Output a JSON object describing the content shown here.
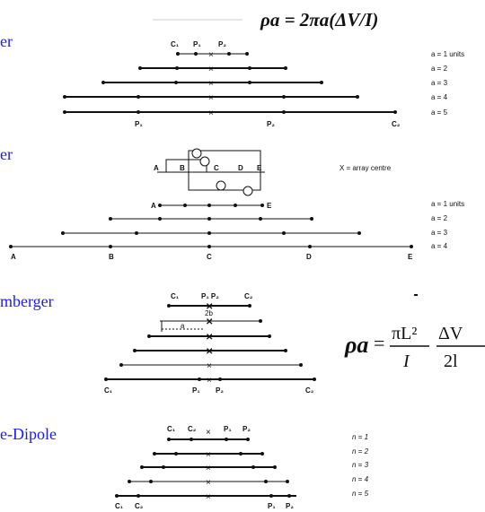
{
  "formulas": {
    "wenner": "ρa = 2πa(ΔV/I)",
    "schlumberger": {
      "lhs": "ρa",
      "eq": "=",
      "num1": "πL²",
      "den1": "I",
      "num2": "ΔV",
      "den2": "2l"
    }
  },
  "titles": [
    "er",
    "er",
    "mberger",
    "e-Dipole"
  ],
  "wenner": {
    "top_labels": [
      "C₁",
      "P₁",
      "P₂"
    ],
    "bottom_labels": [
      "P₁",
      "P₂",
      "C₂"
    ],
    "legend": [
      "a = 1 units",
      "a = 2",
      "a = 3",
      "a = 4",
      "a = 5"
    ]
  },
  "square": {
    "box_labels": [
      "A",
      "B",
      "C",
      "D",
      "E"
    ],
    "center_note": "X = array centre",
    "line1_labels": [
      "A",
      "E"
    ],
    "bottom_labels": [
      "A",
      "B",
      "C",
      "D",
      "E"
    ],
    "legend": [
      "a = 1 units",
      "a = 2",
      "a = 3",
      "a = 4"
    ]
  },
  "schlumberger_diagram": {
    "top_labels": [
      "C₁",
      "P₁ P₂",
      "C₂"
    ],
    "inner_labels": [
      "2b",
      "a"
    ],
    "bottom_labels": [
      "C₁",
      "P₁",
      "P₂",
      "C₂"
    ]
  },
  "dipole": {
    "top_labels": [
      "C₁",
      "C₂",
      "P₁",
      "P₂"
    ],
    "bottom_labels": [
      "C₁",
      "C₂",
      "P₁",
      "P₂"
    ],
    "legend": [
      "n = 1",
      "n = 2",
      "n = 3",
      "n = 4",
      "n = 5"
    ]
  }
}
